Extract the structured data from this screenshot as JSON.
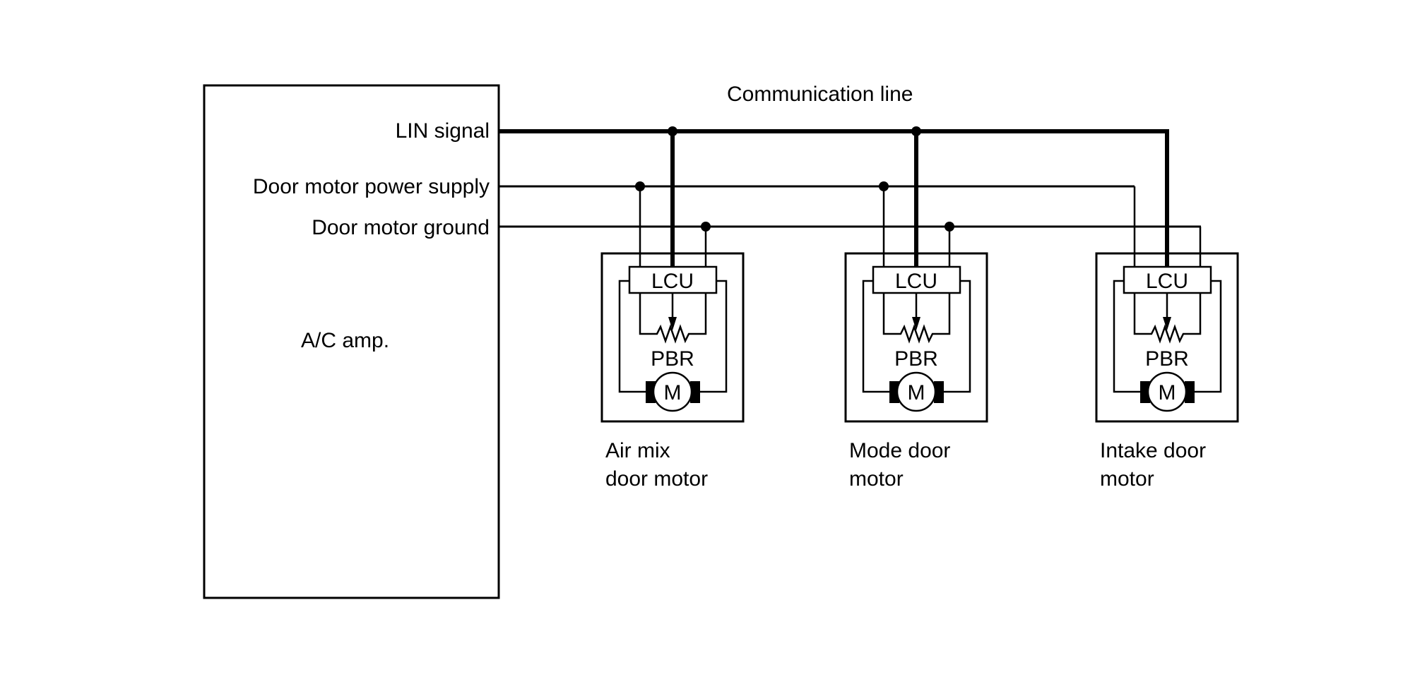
{
  "diagram": {
    "communication_line_label": "Communication line",
    "controller": {
      "name": "A/C amp.",
      "signals": [
        {
          "id": "lin",
          "label": "LIN signal",
          "role": "communication"
        },
        {
          "id": "power",
          "label": "Door motor power supply",
          "role": "power"
        },
        {
          "id": "ground",
          "label": "Door motor ground",
          "role": "ground"
        }
      ]
    },
    "motors": [
      {
        "id": "air-mix",
        "label_line1": "Air mix",
        "label_line2": "door motor",
        "lcu_label": "LCU",
        "pbr_label": "PBR",
        "motor_symbol": "M",
        "junction_dots": true
      },
      {
        "id": "mode",
        "label_line1": "Mode door",
        "label_line2": "motor",
        "lcu_label": "LCU",
        "pbr_label": "PBR",
        "motor_symbol": "M",
        "junction_dots": true
      },
      {
        "id": "intake",
        "label_line1": "Intake door",
        "label_line2": "motor",
        "lcu_label": "LCU",
        "pbr_label": "PBR",
        "motor_symbol": "M",
        "junction_dots": false
      }
    ],
    "colors": {
      "line": "#000000",
      "background": "#ffffff"
    }
  }
}
